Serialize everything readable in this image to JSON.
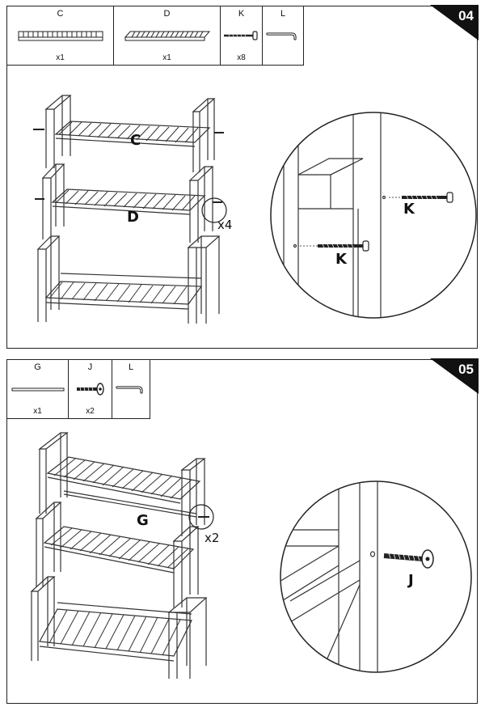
{
  "steps": [
    {
      "number": "04",
      "parts": [
        {
          "label": "C",
          "qty": "x1"
        },
        {
          "label": "D",
          "qty": "x1"
        },
        {
          "label": "K",
          "qty": "x8"
        },
        {
          "label": "L",
          "qty": ""
        }
      ],
      "callouts": {
        "shelf_upper": "C",
        "shelf_middle": "D",
        "multiplier": "x4",
        "detail_top": "K",
        "detail_bottom": "K"
      }
    },
    {
      "number": "05",
      "parts": [
        {
          "label": "G",
          "qty": "x1"
        },
        {
          "label": "J",
          "qty": "x2"
        },
        {
          "label": "L",
          "qty": ""
        }
      ],
      "callouts": {
        "rod": "G",
        "multiplier": "x2",
        "detail": "J"
      }
    }
  ]
}
